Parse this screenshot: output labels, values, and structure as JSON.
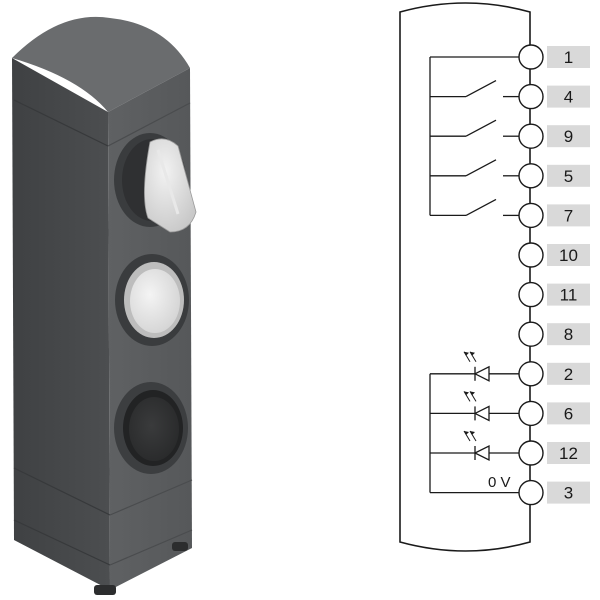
{
  "product": {
    "type": "control-device-with-selector-switch-and-two-pushbuttons",
    "controls": [
      "key-selector-switch",
      "light-pushbutton",
      "dark-pushbutton"
    ]
  },
  "wiring": {
    "terminals": [
      "1",
      "4",
      "9",
      "5",
      "7",
      "10",
      "11",
      "8",
      "2",
      "6",
      "12",
      "3"
    ],
    "switched_terminals": [
      "4",
      "9",
      "5",
      "7"
    ],
    "common_terminal": "1",
    "led_terminals": [
      "2",
      "6",
      "12"
    ],
    "ground_terminal": "3",
    "ground_label": "0 V",
    "colors": {
      "housing": "#5a5c5e",
      "line": "#1a1a1a",
      "label_bg": "#d9d9d9"
    }
  }
}
